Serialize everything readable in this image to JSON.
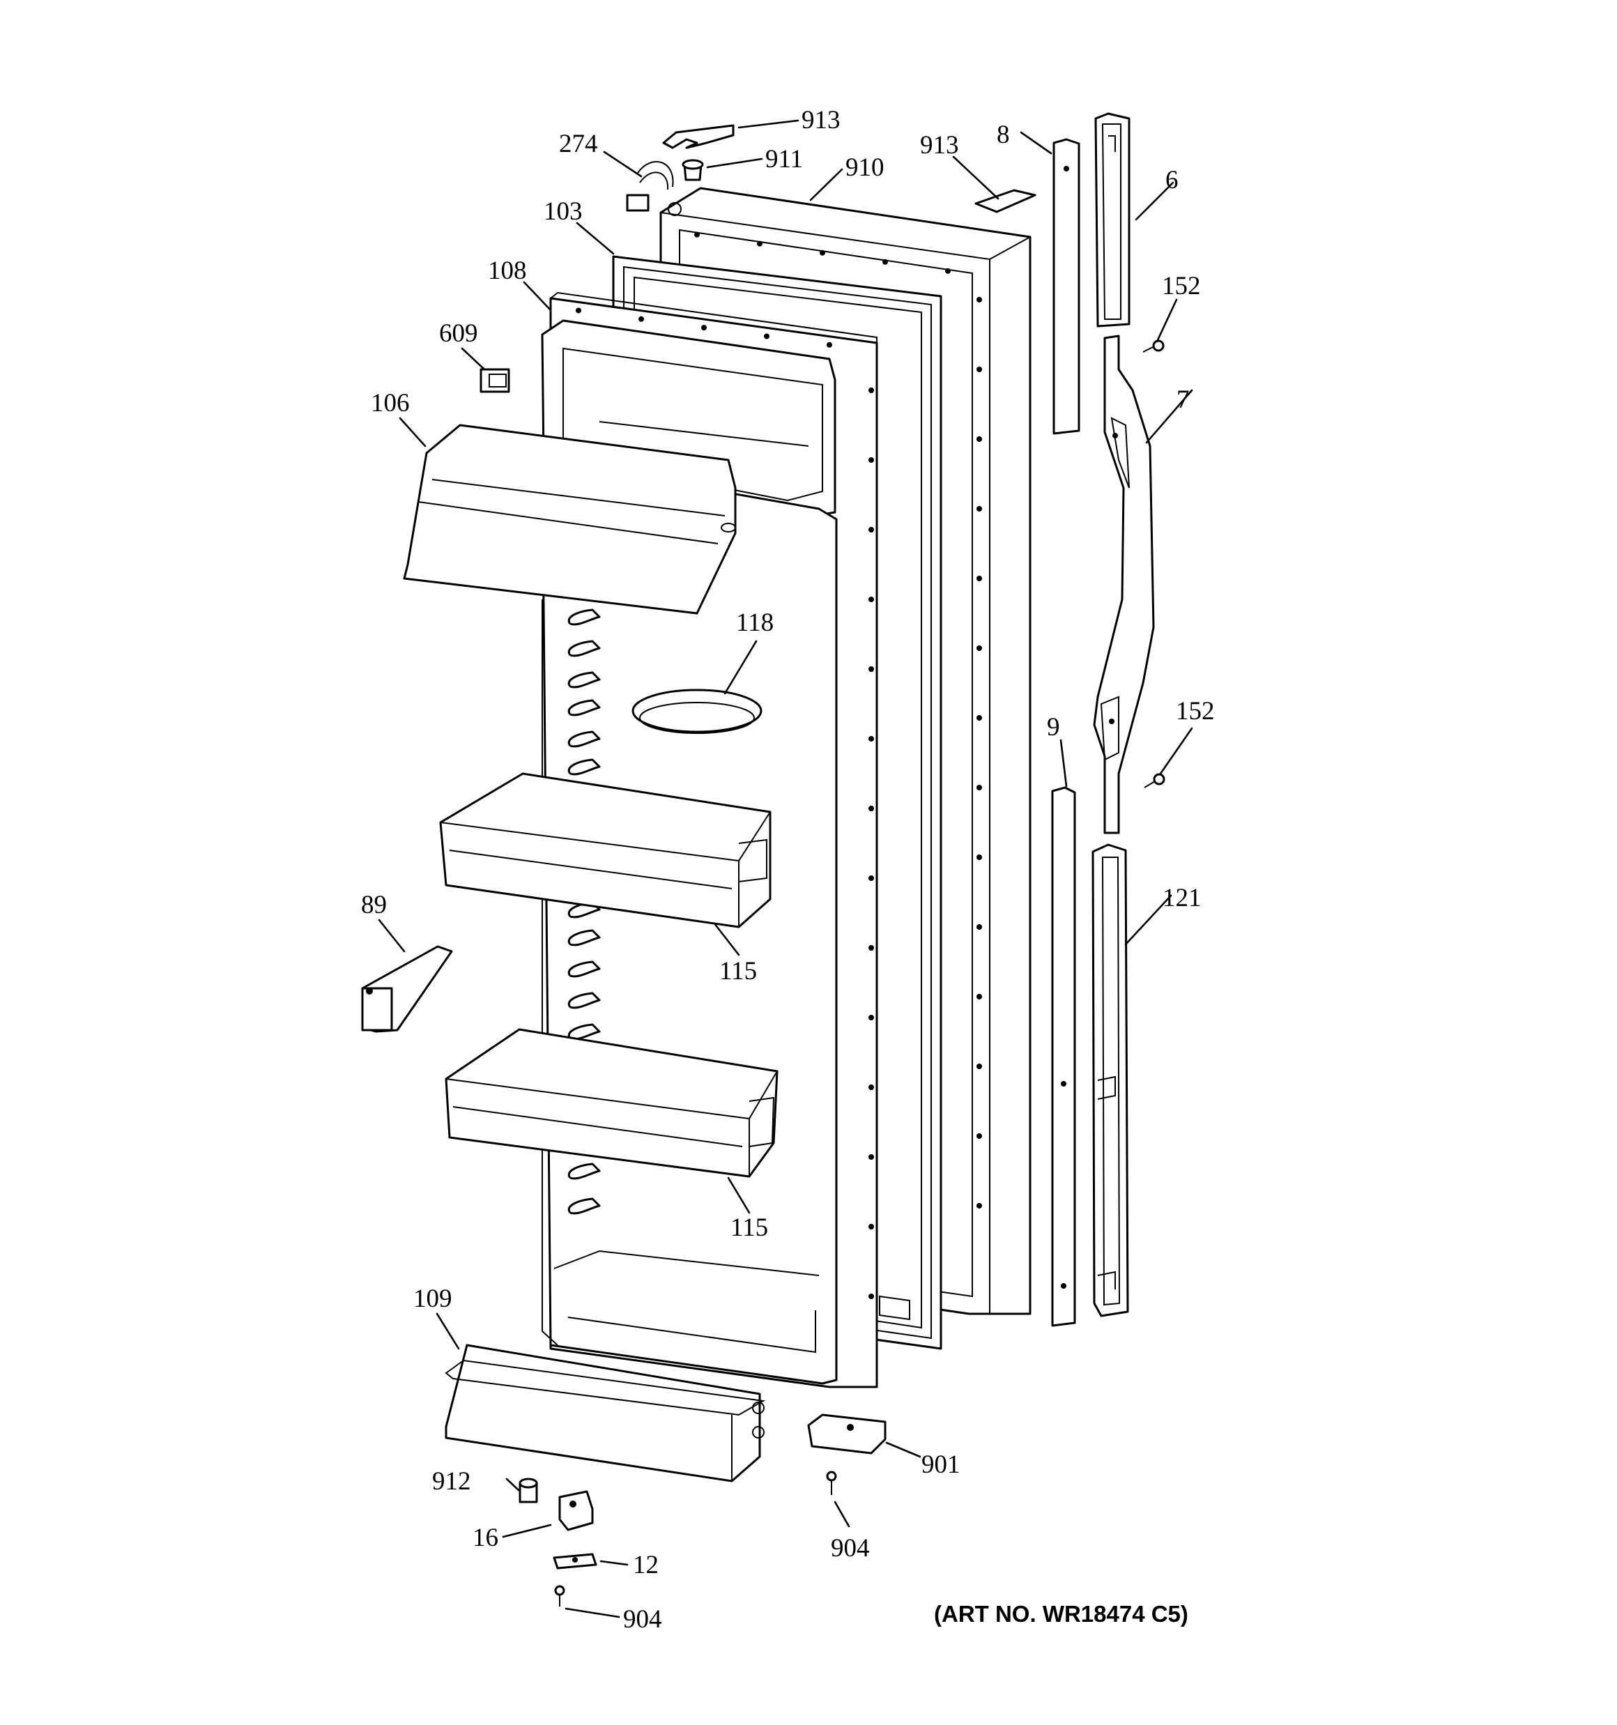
{
  "callouts": [
    {
      "id": "913a",
      "label": "913"
    },
    {
      "id": "274",
      "label": "274"
    },
    {
      "id": "911",
      "label": "911"
    },
    {
      "id": "910",
      "label": "910"
    },
    {
      "id": "913b",
      "label": "913"
    },
    {
      "id": "8",
      "label": "8"
    },
    {
      "id": "6",
      "label": "6"
    },
    {
      "id": "103",
      "label": "103"
    },
    {
      "id": "108",
      "label": "108"
    },
    {
      "id": "609",
      "label": "609"
    },
    {
      "id": "106",
      "label": "106"
    },
    {
      "id": "152a",
      "label": "152"
    },
    {
      "id": "7",
      "label": "7"
    },
    {
      "id": "118",
      "label": "118"
    },
    {
      "id": "9",
      "label": "9"
    },
    {
      "id": "152b",
      "label": "152"
    },
    {
      "id": "89",
      "label": "89"
    },
    {
      "id": "115a",
      "label": "115"
    },
    {
      "id": "121",
      "label": "121"
    },
    {
      "id": "115b",
      "label": "115"
    },
    {
      "id": "109",
      "label": "109"
    },
    {
      "id": "901",
      "label": "901"
    },
    {
      "id": "912",
      "label": "912"
    },
    {
      "id": "16",
      "label": "16"
    },
    {
      "id": "904a",
      "label": "904"
    },
    {
      "id": "12",
      "label": "12"
    },
    {
      "id": "904b",
      "label": "904"
    }
  ],
  "art_number": "(ART NO. WR18474 C5)"
}
